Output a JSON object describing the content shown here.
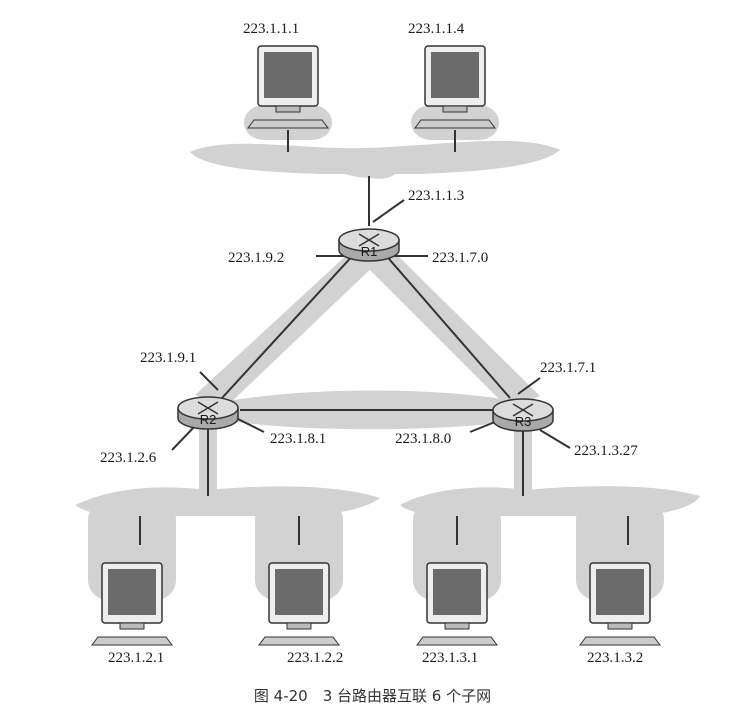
{
  "colors": {
    "subnet_fill": "#d2d2d2",
    "wire": "#333333",
    "router_body": "#dcdcdc",
    "screen": "#6b6b6b"
  },
  "routers": [
    {
      "id": "r1",
      "label": "R1"
    },
    {
      "id": "r2",
      "label": "R2"
    },
    {
      "id": "r3",
      "label": "R3"
    }
  ],
  "hosts": [
    {
      "id": "h1",
      "address": "223.1.1.1"
    },
    {
      "id": "h2",
      "address": "223.1.1.4"
    },
    {
      "id": "h3",
      "address": "223.1.2.1"
    },
    {
      "id": "h4",
      "address": "223.1.2.2"
    },
    {
      "id": "h5",
      "address": "223.1.3.1"
    },
    {
      "id": "h6",
      "address": "223.1.3.2"
    }
  ],
  "interfaces": {
    "r1_lan": "223.1.1.3",
    "r1_to_r2": "223.1.9.2",
    "r1_to_r3": "223.1.7.0",
    "r2_to_r1": "223.1.9.1",
    "r2_to_r3": "223.1.8.1",
    "r2_lan": "223.1.2.6",
    "r3_to_r1": "223.1.7.1",
    "r3_to_r2": "223.1.8.0",
    "r3_lan": "223.1.3.27"
  },
  "caption": "图 4-20　3 台路由器互联 6 个子网"
}
